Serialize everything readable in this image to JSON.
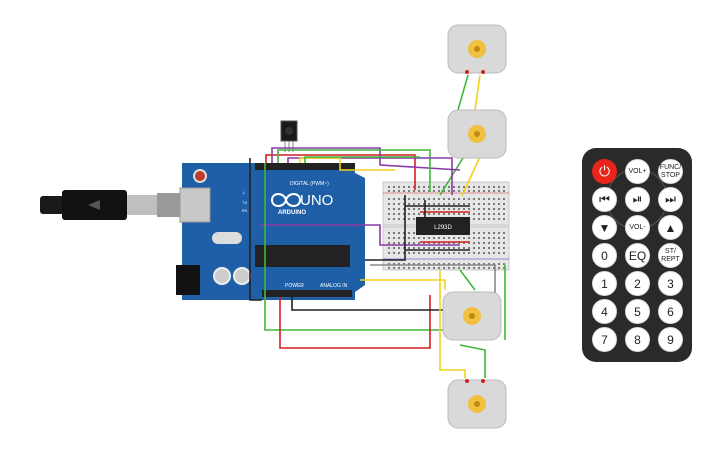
{
  "arduino": {
    "brand": "ARDUINO",
    "model": "UNO",
    "header_digital": "DIGITAL (PWM~)",
    "header_power": "POWER",
    "header_analog": "ANALOG IN",
    "pin_tx": "TX",
    "pin_rx": "RX",
    "pin_l": "L"
  },
  "driver_chip": {
    "label": "L293D"
  },
  "remote": {
    "buttons": [
      {
        "label": "⏻",
        "name": "power-button"
      },
      {
        "label": "VOL+",
        "name": "vol-up-button"
      },
      {
        "label": "FUNC/ STOP",
        "name": "func-stop-button"
      },
      {
        "label": "⏮",
        "name": "prev-button"
      },
      {
        "label": "⏯",
        "name": "play-pause-button"
      },
      {
        "label": "⏭",
        "name": "next-button"
      },
      {
        "label": "▼",
        "name": "down-button"
      },
      {
        "label": "VOL-",
        "name": "vol-down-button"
      },
      {
        "label": "▲",
        "name": "up-button"
      },
      {
        "label": "0",
        "name": "digit-0-button"
      },
      {
        "label": "EQ",
        "name": "eq-button"
      },
      {
        "label": "ST/ REPT",
        "name": "st-rept-button"
      },
      {
        "label": "1",
        "name": "digit-1-button"
      },
      {
        "label": "2",
        "name": "digit-2-button"
      },
      {
        "label": "3",
        "name": "digit-3-button"
      },
      {
        "label": "4",
        "name": "digit-4-button"
      },
      {
        "label": "5",
        "name": "digit-5-button"
      },
      {
        "label": "6",
        "name": "digit-6-button"
      },
      {
        "label": "7",
        "name": "digit-7-button"
      },
      {
        "label": "8",
        "name": "digit-8-button"
      },
      {
        "label": "9",
        "name": "digit-9-button"
      }
    ]
  },
  "colors": {
    "board": "#1f5fa8",
    "wire_red": "#d21f1f",
    "wire_green": "#3fb83a",
    "wire_yellow": "#f1d21b",
    "wire_purple": "#8a3aa8",
    "wire_black": "#222222",
    "wire_gray": "#888888",
    "remote_body": "#2a2a2a",
    "motor_body": "#d9d9d9",
    "motor_gear": "#f0c040"
  }
}
